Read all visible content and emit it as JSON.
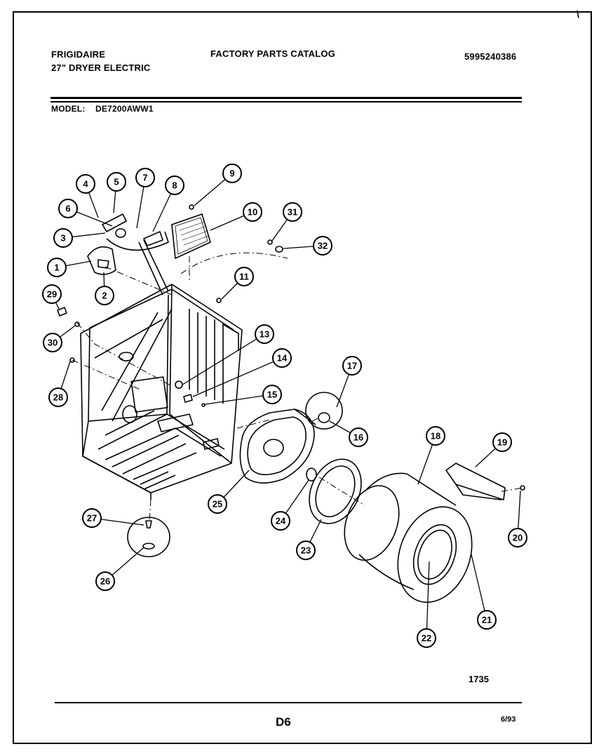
{
  "header": {
    "brand": "FRIGIDAIRE",
    "product": "27\" DRYER ELECTRIC",
    "catalog_title": "FACTORY PARTS CATALOG",
    "catalog_number": "5995240386",
    "model_label": "MODEL:",
    "model_value": "DE7200AWW1"
  },
  "diagram": {
    "reference_number": "1735",
    "callouts": [
      "1",
      "2",
      "3",
      "4",
      "5",
      "6",
      "7",
      "8",
      "9",
      "10",
      "11",
      "13",
      "14",
      "15",
      "16",
      "17",
      "18",
      "19",
      "20",
      "21",
      "22",
      "23",
      "24",
      "25",
      "26",
      "27",
      "28",
      "29",
      "30",
      "31",
      "32"
    ]
  },
  "footer": {
    "page_code": "D6",
    "date": "6/93"
  },
  "colors": {
    "ink": "#000000",
    "paper": "#ffffff"
  }
}
